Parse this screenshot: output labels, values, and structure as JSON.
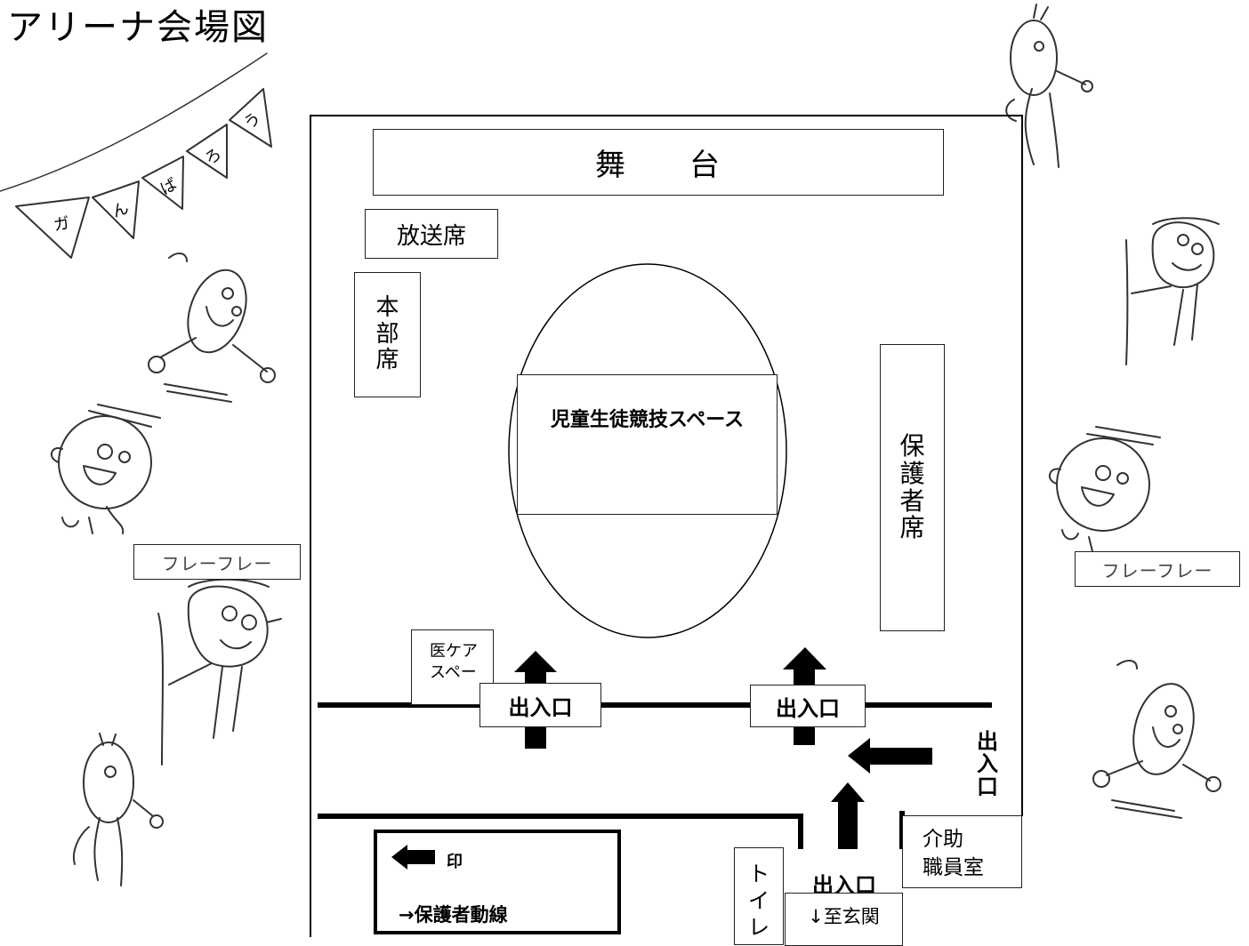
{
  "title": "アリーナ会場図",
  "stage": {
    "char1": "舞",
    "char2": "台"
  },
  "broadcast_booth": "放送席",
  "hq_seats": [
    "本",
    "部",
    "席"
  ],
  "student_space": "児童生徒競技スペース",
  "guardian_seats": [
    "保",
    "護",
    "者",
    "席"
  ],
  "medical_space": {
    "line1": "医ケア",
    "line2": "スペー"
  },
  "entrance_left": "出入口",
  "entrance_center": "出入口",
  "entrance_right_vertical": [
    "出",
    "入",
    "口"
  ],
  "entrance_bottom": "出入口",
  "to_entrance": "↓至玄関",
  "toilet": [
    "ト",
    "イ",
    "レ"
  ],
  "staff_room": {
    "line1": "介助",
    "line2": "職員室"
  },
  "legend": {
    "mark": "印",
    "route": "→保護者動線"
  },
  "banner_letters": [
    "ガ",
    "ん",
    "ば",
    "ろ",
    "う"
  ],
  "signs": {
    "left": "フレーフレー",
    "right": "フレーフレー"
  }
}
